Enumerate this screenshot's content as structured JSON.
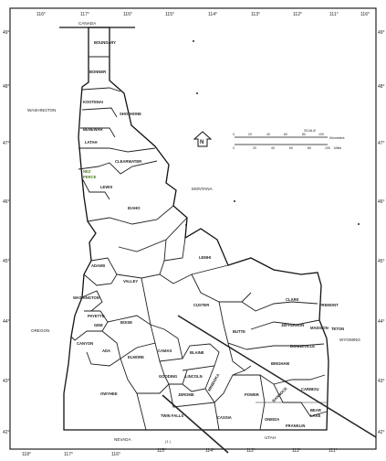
{
  "map": {
    "neighbors": {
      "canada": "CANADA",
      "washington": "WASHINGTON",
      "montana": "MONTANA",
      "wyoming": "WYOMING",
      "oregon": "OREGON",
      "nevada": "NEVADA",
      "utah": "UTAH"
    },
    "counties": {
      "boundary": "BOUNDARY",
      "bonner": "BONNER",
      "kootenai": "KOOTENAI",
      "shoshone": "SHOSHONE",
      "benewah": "BENEWAH",
      "latah": "LATAH",
      "clearwater": "CLEARWATER",
      "nez_perce_1": "NEZ",
      "nez_perce_2": "PERCE",
      "lewis": "LEWIS",
      "idaho": "IDAHO",
      "adams": "ADAMS",
      "valley": "VALLEY",
      "lemhi": "LEMHI",
      "custer": "CUSTER",
      "clark": "CLARK",
      "fremont": "FREMONT",
      "jefferson": "JEFFERSON",
      "madison": "MADISON",
      "teton": "TETON",
      "washington": "WASHINGTON",
      "payette": "PAYETTE",
      "gem": "GEM",
      "boise": "BOISE",
      "canyon": "CANYON",
      "ada": "ADA",
      "elmore": "ELMORE",
      "camas": "CAMAS",
      "blaine": "BLAINE",
      "butte": "BUTTE",
      "bonneville": "BONNEVILLE",
      "bingham": "BINGHAM",
      "owyhee": "OWYHEE",
      "gooding": "GOODING",
      "lincoln": "LINCOLN",
      "jerome": "JEROME",
      "minidoka": "MINIDOKA",
      "power": "POWER",
      "bannock": "BANNOCK",
      "caribou": "CARIBOU",
      "bear_lake_1": "BEAR",
      "bear_lake_2": "LAKE",
      "twin_falls": "TWIN FALLS",
      "cassia": "CASSIA",
      "oneida": "ONEIDA",
      "franklin": "FRANKLIN"
    },
    "longitudes_top": [
      "116°",
      "117°",
      "116°",
      "115°",
      "114°",
      "113°",
      "112°",
      "111°",
      "116°"
    ],
    "longitudes_bottom": [
      "118°",
      "117°",
      "116°",
      "115°",
      "114°",
      "112°",
      "112°",
      "111°"
    ],
    "latitudes": [
      "49°",
      "48°",
      "47°",
      "46°",
      "45°",
      "44°",
      "43°",
      "42°"
    ],
    "north_label": "N",
    "scale": {
      "title": "SCALE",
      "km_ticks": [
        "0",
        "20",
        "40",
        "60",
        "80",
        "100"
      ],
      "km_unit": "Kilometers",
      "mi_ticks": [
        "0",
        "20",
        "40",
        "60",
        "80",
        "100"
      ],
      "mi_unit": "Miles"
    },
    "bottom_note": "(1 )",
    "colors": {
      "ink": "#222222",
      "green_label": "#4a7a1e"
    }
  }
}
